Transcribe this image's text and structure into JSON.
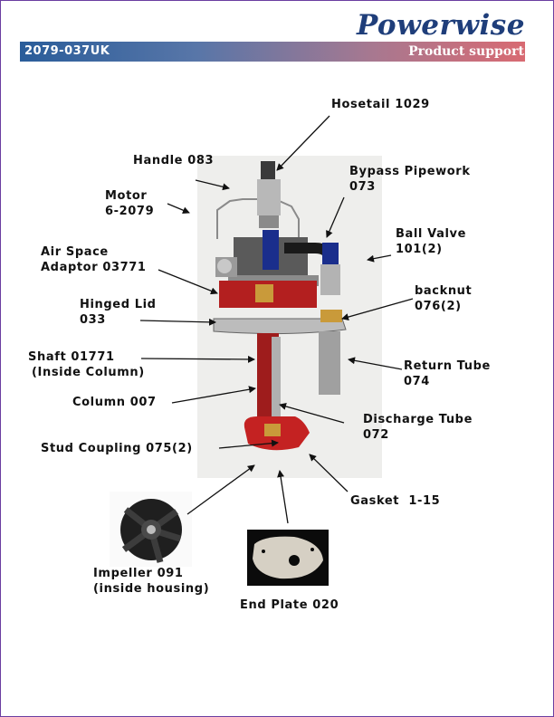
{
  "header": {
    "brand": "Powerwise",
    "doc_number": "2079-037UK",
    "section": "Product support"
  },
  "labels": {
    "hosetail": "Hosetail 1029",
    "handle": "Handle 083",
    "bypass_l1": "Bypass Pipework",
    "bypass_l2": "073",
    "motor_l1": "Motor",
    "motor_l2": "6-2079",
    "ball_valve_l1": "Ball Valve",
    "ball_valve_l2": "101(2)",
    "air_space_l1": "Air Space",
    "air_space_l2": "Adaptor 03771",
    "backnut_l1": "backnut",
    "backnut_l2": "076(2)",
    "hinged_lid_l1": "Hinged Lid",
    "hinged_lid_l2": "033",
    "shaft_l1": "Shaft 01771",
    "shaft_l2": "(Inside Column)",
    "return_tube_l1": "Return Tube",
    "return_tube_l2": "074",
    "column": "Column 007",
    "discharge_l1": "Discharge Tube",
    "discharge_l2": "072",
    "stud_coupling": "Stud Coupling 075(2)",
    "gasket": "Gasket  1-15",
    "impeller_l1": "Impeller 091",
    "impeller_l2": "(inside housing)",
    "end_plate": "End Plate 020"
  }
}
